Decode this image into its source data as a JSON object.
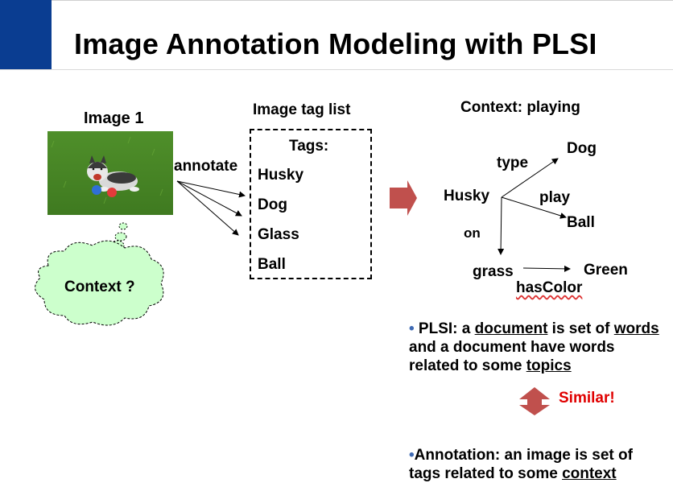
{
  "slide": {
    "title": "Image Annotation Modeling with PLSI",
    "image_label": "Image 1",
    "annotate_label": "annotate",
    "tag_list_label": "Image tag list",
    "tags_header": "Tags:",
    "tags": [
      "Husky",
      "Dog",
      "Glass",
      "Ball"
    ],
    "context_cloud": "Context ?",
    "context_title": "Context: playing",
    "graph": {
      "nodes": [
        "Husky",
        "Dog",
        "Ball",
        "grass",
        "Green"
      ],
      "edges": [
        "type",
        "play",
        "on",
        "hasColor"
      ]
    },
    "plsi": {
      "bullet": "•",
      "prefix": " PLSI: a ",
      "document": "document",
      "middle": " is set of ",
      "words": "words",
      "line2": "and a document have words",
      "line3_prefix": "related to some ",
      "topics": "topics"
    },
    "similar": "Similar!",
    "annotation": {
      "bullet": "•",
      "line1": "Annotation: an image  is set of",
      "line2_prefix": "tags related to some ",
      "context": "context"
    }
  },
  "colors": {
    "header_block": "#0a3d91",
    "arrow_fill": "#c0504d",
    "cloud_fill": "#ccffcc",
    "similar_text": "#e00000",
    "bullet": "#3f6ab3"
  }
}
